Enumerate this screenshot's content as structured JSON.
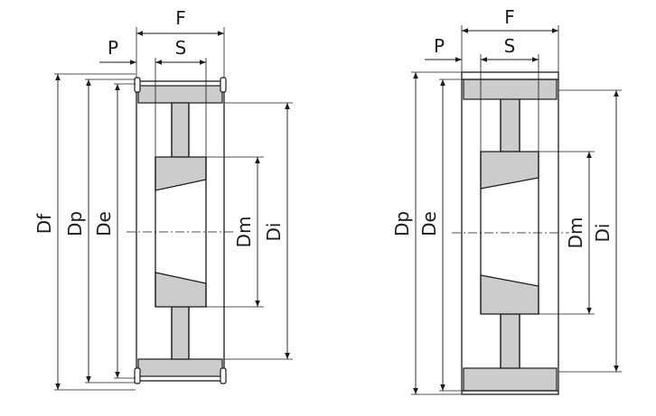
{
  "left": {
    "labels": {
      "F": "F",
      "P": "P",
      "S": "S",
      "Df": "Df",
      "Dp": "Dp",
      "De": "De",
      "Dm": "Dm",
      "Di": "Di"
    }
  },
  "right": {
    "labels": {
      "F": "F",
      "P": "P",
      "S": "S",
      "Dp": "Dp",
      "De": "De",
      "Dm": "Dm",
      "Di": "Di"
    }
  },
  "colors": {
    "line": "#1a1a1a",
    "fill": "#cccccc",
    "background": "#ffffff"
  }
}
